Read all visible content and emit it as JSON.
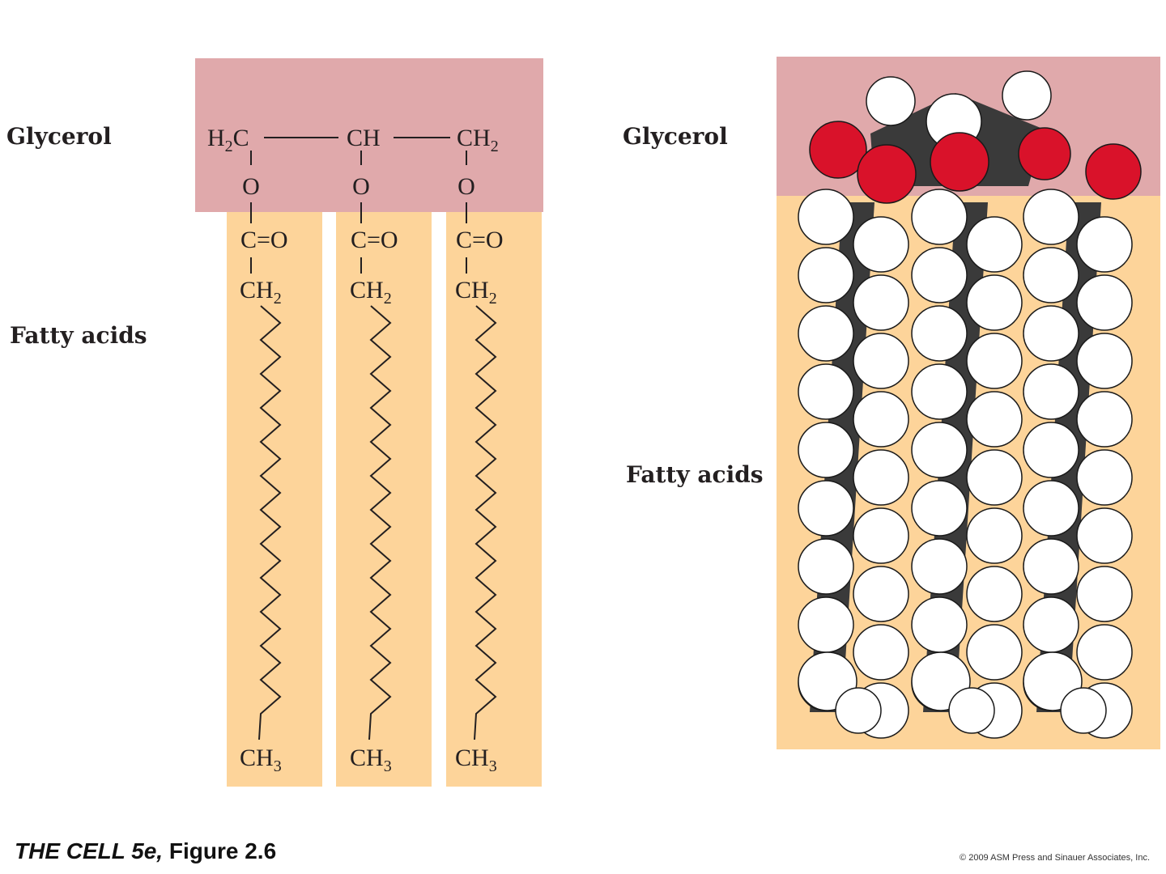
{
  "labels": {
    "glycerol_left": "Glycerol",
    "fatty_acids_left": "Fatty acids",
    "glycerol_right": "Glycerol",
    "fatty_acids_right": "Fatty acids"
  },
  "formula": {
    "top": [
      {
        "main": "H",
        "sub": "2",
        "tail": "C"
      },
      {
        "main": "CH",
        "sub": "",
        "tail": ""
      },
      {
        "main": "CH",
        "sub": "2",
        "tail": ""
      }
    ],
    "oxygen": "O",
    "carbonyl": "C=O",
    "methylene": {
      "main": "CH",
      "sub": "2"
    },
    "methyl": {
      "main": "CH",
      "sub": "3"
    }
  },
  "footer": {
    "title_italic": "THE CELL 5e,",
    "title_rest": " Figure 2.6",
    "copyright": "© 2009 ASM Press and Sinauer Associates, Inc."
  },
  "colors": {
    "glycerol_bg": "#e0a9ab",
    "fatty_acid_bg": "#fdd49a",
    "oxygen_atom": "#d9122a",
    "carbon_atom": "#3a3a3a",
    "hydrogen_atom": "#ffffff"
  }
}
